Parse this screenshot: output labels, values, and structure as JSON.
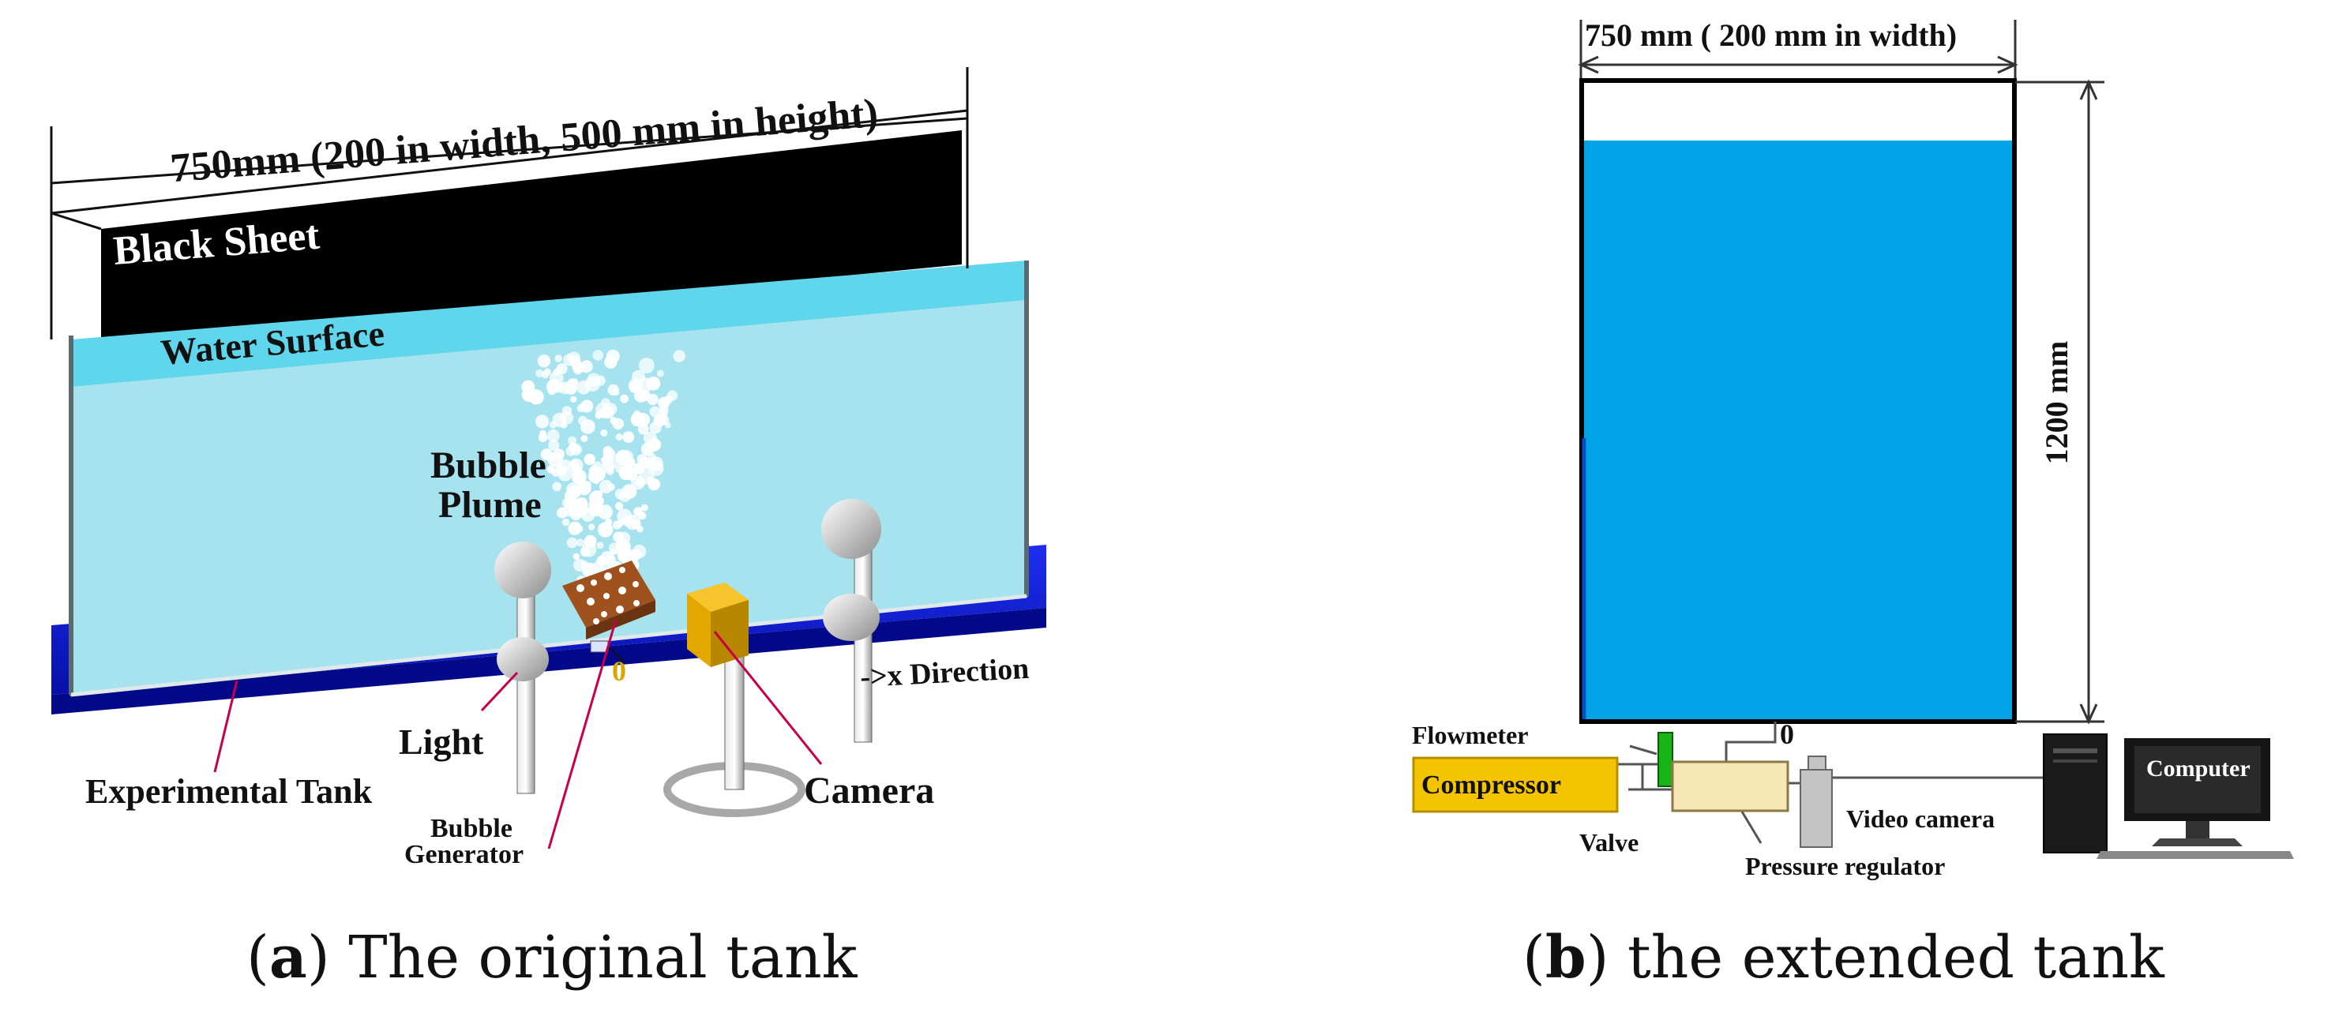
{
  "panel_a": {
    "caption_letter": "a",
    "caption_text": ") The original tank",
    "dimension": "750mm (200 in width, 500 mm in height)",
    "black_sheet": "Black Sheet",
    "water_surface": "Water Surface",
    "bubble_plume_line1": "Bubble",
    "bubble_plume_line2": "Plume",
    "origin": "0",
    "x_direction": "->x Direction",
    "light": "Light",
    "experimental_tank": "Experimental Tank",
    "bubble_generator_line1": "Bubble",
    "bubble_generator_line2": "Generator",
    "camera": "Camera"
  },
  "panel_b": {
    "caption_letter": "b",
    "caption_text": ") the extended tank",
    "width_dimension": "750 mm ( 200 mm in width)",
    "height_dimension": "1200 mm",
    "origin": "0",
    "flowmeter": "Flowmeter",
    "compressor": "Compressor",
    "valve": "Valve",
    "pressure_regulator": "Pressure regulator",
    "video_camera": "Video camera",
    "computer": "Computer"
  },
  "colors": {
    "water_light": "#a6e3ee",
    "water_surface": "#5fd6ec",
    "tank_base": "#0a14c8",
    "extended_water": "#00a3e6",
    "compressor": "#f5c400",
    "regulator": "#f6e7b5",
    "camera_box": "#e2a800"
  }
}
